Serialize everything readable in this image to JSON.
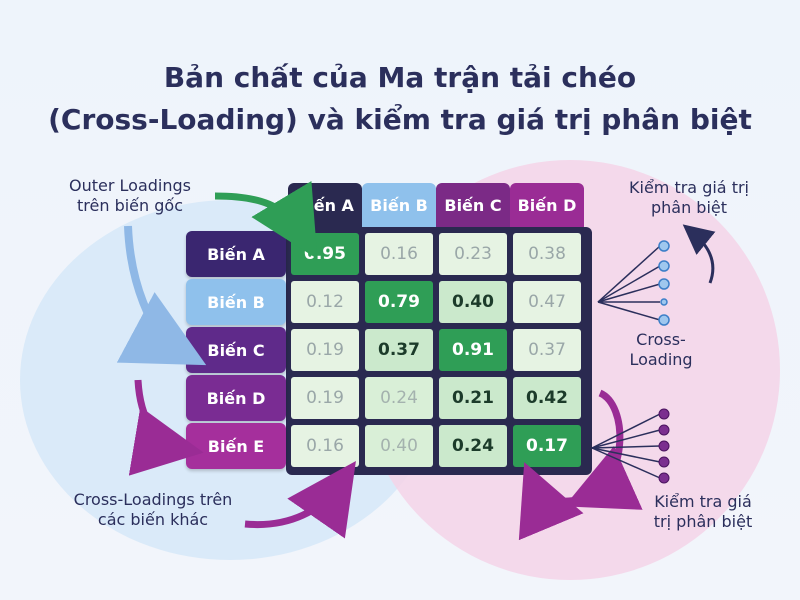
{
  "title": {
    "line1": "Bản chất của Ma trận tải chéo",
    "line2": "(Cross-Loading) và kiểm tra giá trị phân biệt"
  },
  "labels": {
    "outer_loadings_l1": "Outer Loadings",
    "outer_loadings_l2": "trên biến gốc",
    "cross_loadings_l1": "Cross-Loadings trên",
    "cross_loadings_l2": "các biến khác",
    "check_top_l1": "Kiểm tra giá trị",
    "check_top_l2": "phân biệt",
    "cross_mid_l1": "Cross-",
    "cross_mid_l2": "Loading",
    "check_bottom_l1": "Kiểm tra giá",
    "check_bottom_l2": "trị phân biệt"
  },
  "columns": [
    "Biến A",
    "Biến B",
    "Biến C",
    "Biến D"
  ],
  "column_colors": [
    "#2a2950",
    "#8fc1ec",
    "#7b2a86",
    "#9a2c95"
  ],
  "rows": [
    {
      "label": "Biến A",
      "color": "#3a2670",
      "values": [
        "0.95",
        "0.16",
        "0.23",
        "0.38"
      ]
    },
    {
      "label": "Biến B",
      "color": "#8fc1ec",
      "values": [
        "0.12",
        "0.79",
        "0.40",
        "0.47"
      ]
    },
    {
      "label": "Biến C",
      "color": "#5f2a8a",
      "values": [
        "0.19",
        "0.37",
        "0.91",
        "0.37"
      ]
    },
    {
      "label": "Biến D",
      "color": "#7a2c93",
      "values": [
        "0.19",
        "0.24",
        "0.21",
        "0.42"
      ]
    },
    {
      "label": "Biến E",
      "color": "#a52f9c",
      "values": [
        "0.16",
        "0.40",
        "0.24",
        "0.17"
      ]
    }
  ],
  "cell_styles": [
    [
      "dark",
      "light",
      "light",
      "light"
    ],
    [
      "light",
      "dark",
      "mid",
      "light"
    ],
    [
      "light",
      "mid",
      "dark",
      "light"
    ],
    [
      "light",
      "pale",
      "mid",
      "mid"
    ],
    [
      "light",
      "pale",
      "mid",
      "dark"
    ]
  ]
}
